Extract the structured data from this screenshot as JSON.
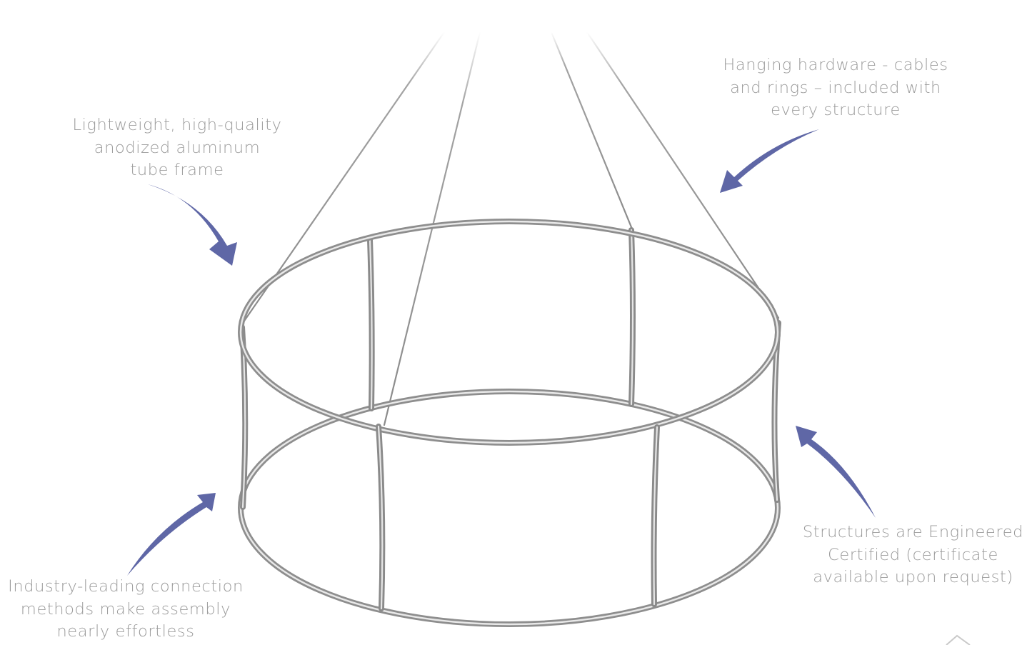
{
  "colors": {
    "frame_tube": "#8c8c8c",
    "frame_tube_highlight": "#e6e6e6",
    "cable": "#8a8a8a",
    "arrow": "#5f67a6",
    "callout_text": "#9b9b9b"
  },
  "callouts": {
    "frame": {
      "lines": [
        "Lightweight, high-quality",
        "anodized aluminum",
        "tube frame"
      ]
    },
    "hardware": {
      "lines": [
        "Hanging hardware - cables",
        "and rings – included with",
        "every structure"
      ]
    },
    "connection": {
      "lines": [
        "Industry-leading connection",
        "methods make assembly",
        "nearly effortless"
      ]
    },
    "certified": {
      "lines": [
        "Structures are Engineered",
        "Certified (certificate",
        "available upon request)"
      ]
    }
  }
}
